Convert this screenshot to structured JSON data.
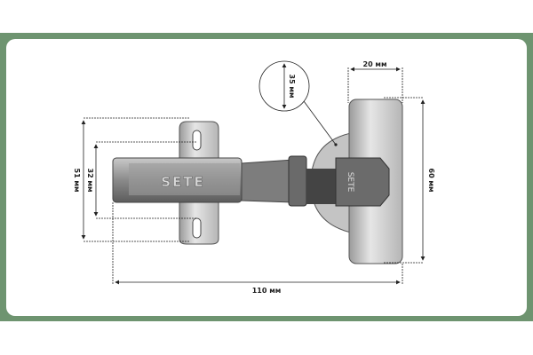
{
  "brand": "SETE",
  "dimensions": {
    "cup_diameter": "35 мм",
    "plate_width": "20 мм",
    "plate_height": "60 мм",
    "mount_outer": "51 мм",
    "mount_holes": "32 мм",
    "total_length": "110 мм"
  },
  "colors": {
    "frame": "#6e9470",
    "background": "#ffffff"
  }
}
